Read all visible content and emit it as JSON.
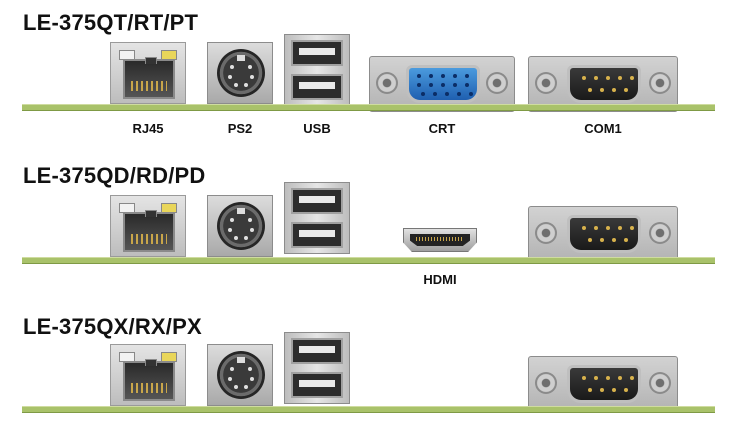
{
  "sections": [
    {
      "model": "LE-375QT/RT/PT",
      "labels": {
        "rj45": "RJ45",
        "ps2": "PS2",
        "usb": "USB",
        "crt": "CRT",
        "com": "COM1"
      }
    },
    {
      "model": "LE-375QD/RD/PD",
      "labels": {
        "hdmi": "HDMI"
      }
    },
    {
      "model": "LE-375QX/RX/PX",
      "labels": {}
    }
  ],
  "colors": {
    "board_green": "#a9c26a",
    "crt_blue": "#1f5fb0",
    "rj45_led": "#e9d65a"
  }
}
